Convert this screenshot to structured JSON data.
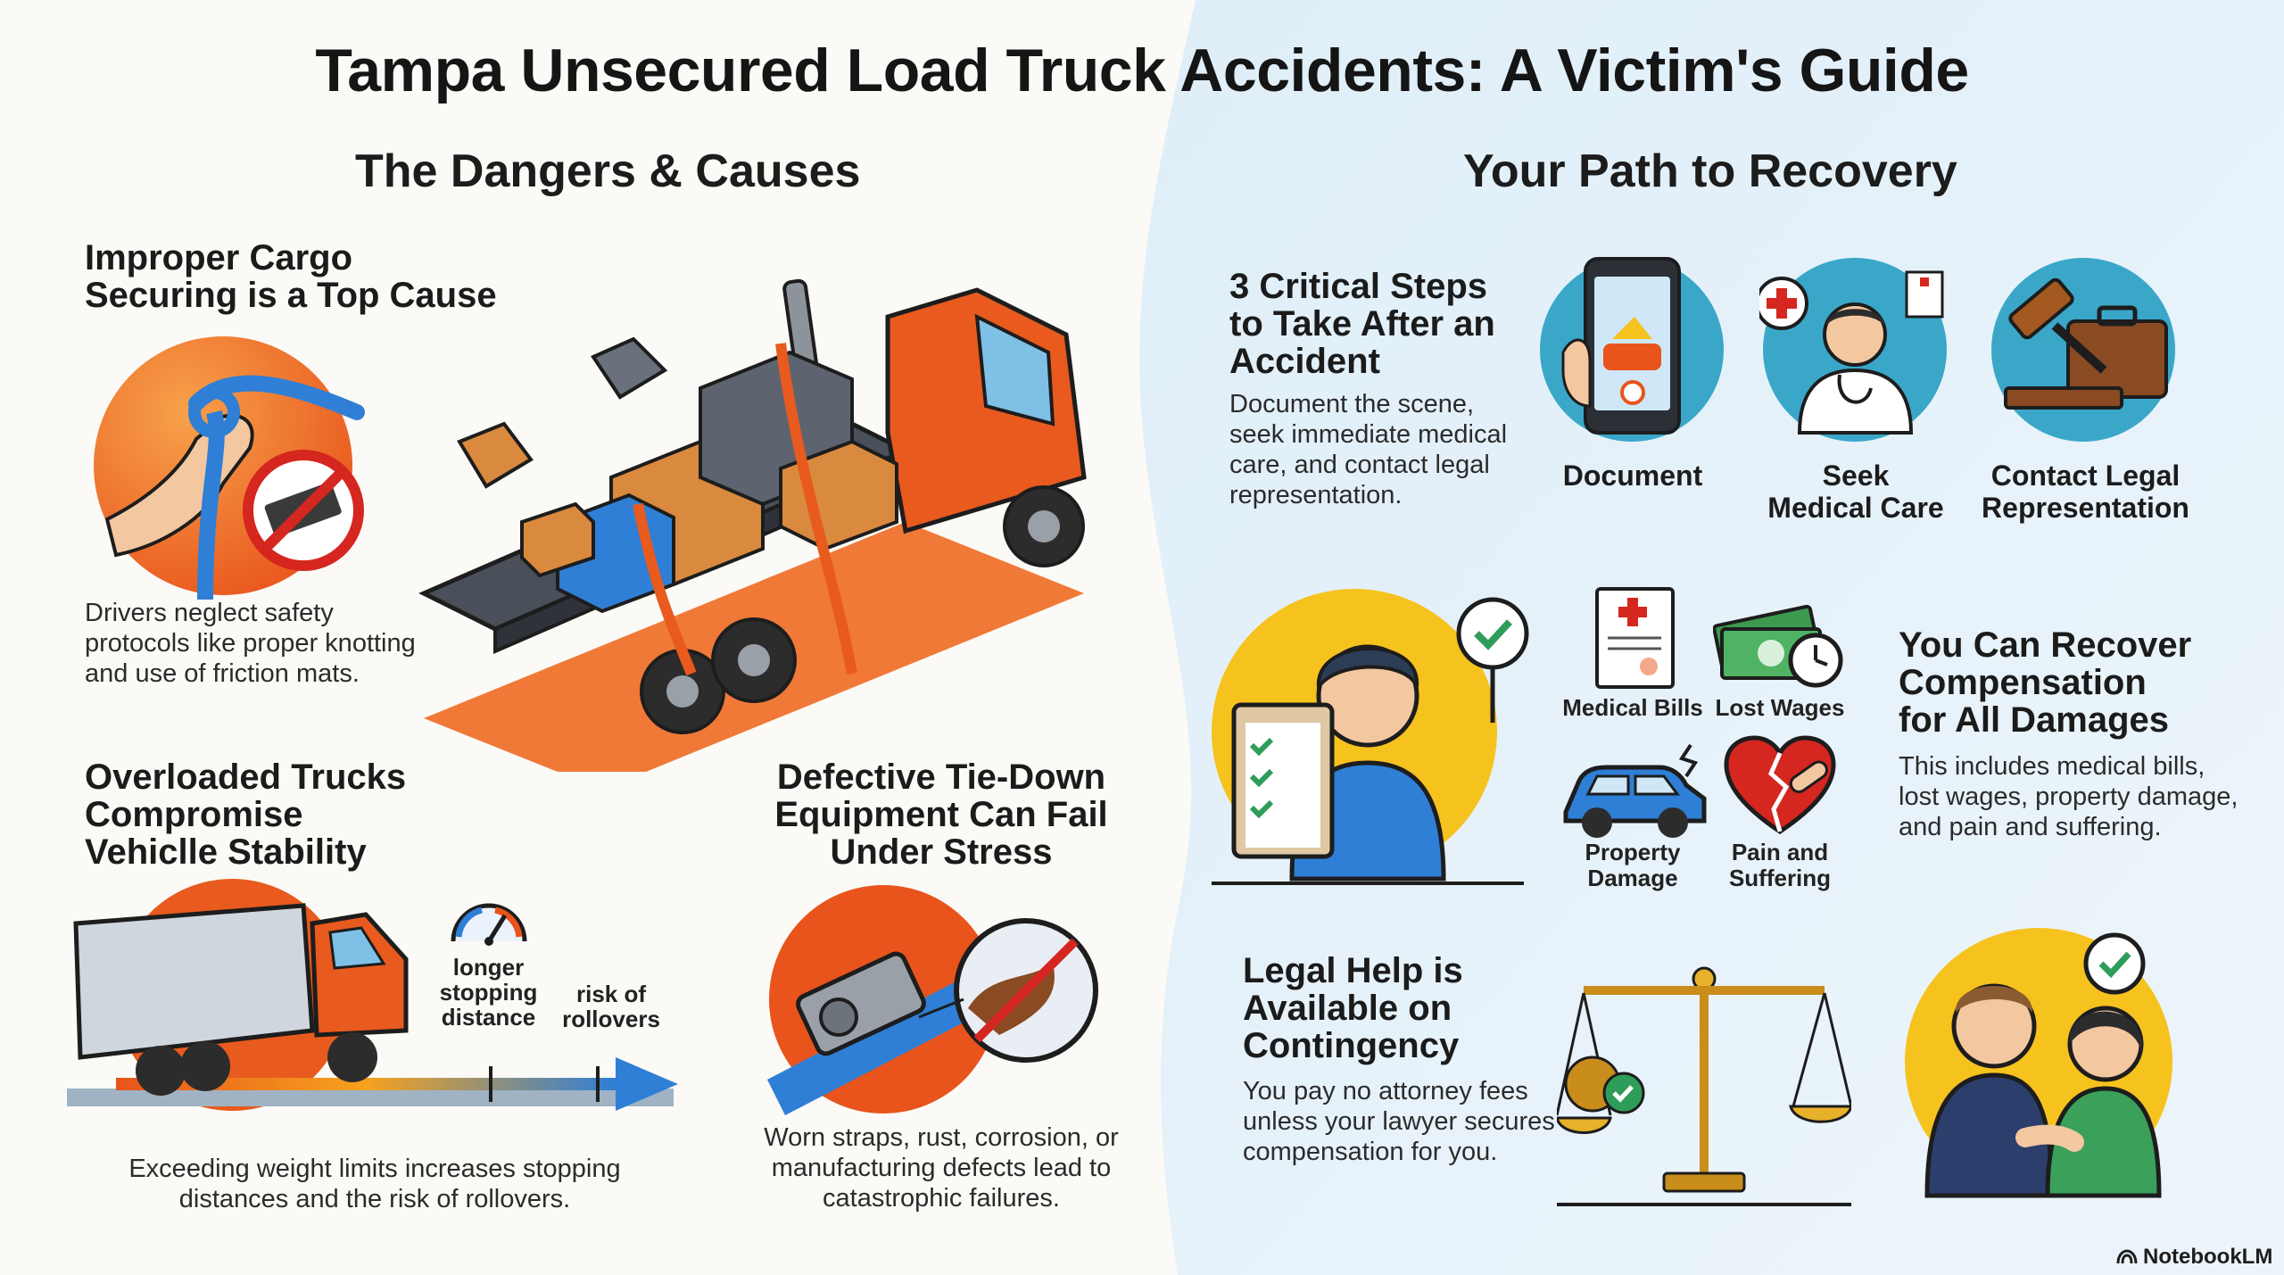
{
  "title": "Tampa Unsecured Load Truck Accidents: A Victim's Guide",
  "left": {
    "section_title": "The Dangers & Causes",
    "cargo": {
      "heading_line1": "Improper Cargo",
      "heading_line2": "Securing is a Top Cause",
      "body_line1": "Drivers neglect safety",
      "body_line2": "protocols like proper knotting",
      "body_line3": "and use of friction mats."
    },
    "overload": {
      "heading_line1": "Overloaded Trucks",
      "heading_line2": "Compromise",
      "heading_line3": "Vehiclle Stability",
      "gauge_line1": "longer",
      "gauge_line2": "stopping",
      "gauge_line3": "distance",
      "risk_line1": "risk of",
      "risk_line2": "rollovers",
      "body_line1": "Exceeding weight limits increases stopping",
      "body_line2": "distances and the risk of rollovers."
    },
    "tiedown": {
      "heading_line1": "Defective Tie-Down",
      "heading_line2": "Equipment Can Fail",
      "heading_line3": "Under Stress",
      "body_line1": "Worn straps, rust, corrosion, or",
      "body_line2": "manufacturing defects lead to",
      "body_line3": "catastrophic failures."
    }
  },
  "right": {
    "section_title": "Your Path to Recovery",
    "steps": {
      "heading_line1": "3 Critical Steps",
      "heading_line2": "to Take After an",
      "heading_line3": "Accident",
      "body_line1": "Document the scene,",
      "body_line2": "seek immediate medical",
      "body_line3": "care, and contact legal",
      "body_line4": "representation.",
      "icons": [
        {
          "line1": "Document",
          "line2": ""
        },
        {
          "line1": "Seek",
          "line2": "Medical Care"
        },
        {
          "line1": "Contact Legal",
          "line2": "Representation"
        }
      ]
    },
    "compensation": {
      "heading_line1": "You Can Recover",
      "heading_line2": "Compensation",
      "heading_line3": "for All Damages",
      "body_line1": "This includes medical bills,",
      "body_line2": "lost wages, property damage,",
      "body_line3": "and pain and suffering.",
      "damages": {
        "medical": "Medical Bills",
        "wages": "Lost Wages",
        "property_line1": "Property",
        "property_line2": "Damage",
        "pain_line1": "Pain and",
        "pain_line2": "Suffering"
      }
    },
    "legal": {
      "heading_line1": "Legal Help is",
      "heading_line2": "Available on",
      "heading_line3": "Contingency",
      "body_line1": "You pay no attorney fees",
      "body_line2": "unless your lawyer secures",
      "body_line3": "compensation for you."
    }
  },
  "brand": "NotebookLM",
  "colors": {
    "orange": "#ef6a22",
    "truck_orange": "#e85a1e",
    "blue": "#2f7fd6",
    "yellow": "#f6c21e",
    "teal": "#3aa7c9",
    "right_bg": "#e8f3fa",
    "check_green": "#2f9d5a"
  }
}
